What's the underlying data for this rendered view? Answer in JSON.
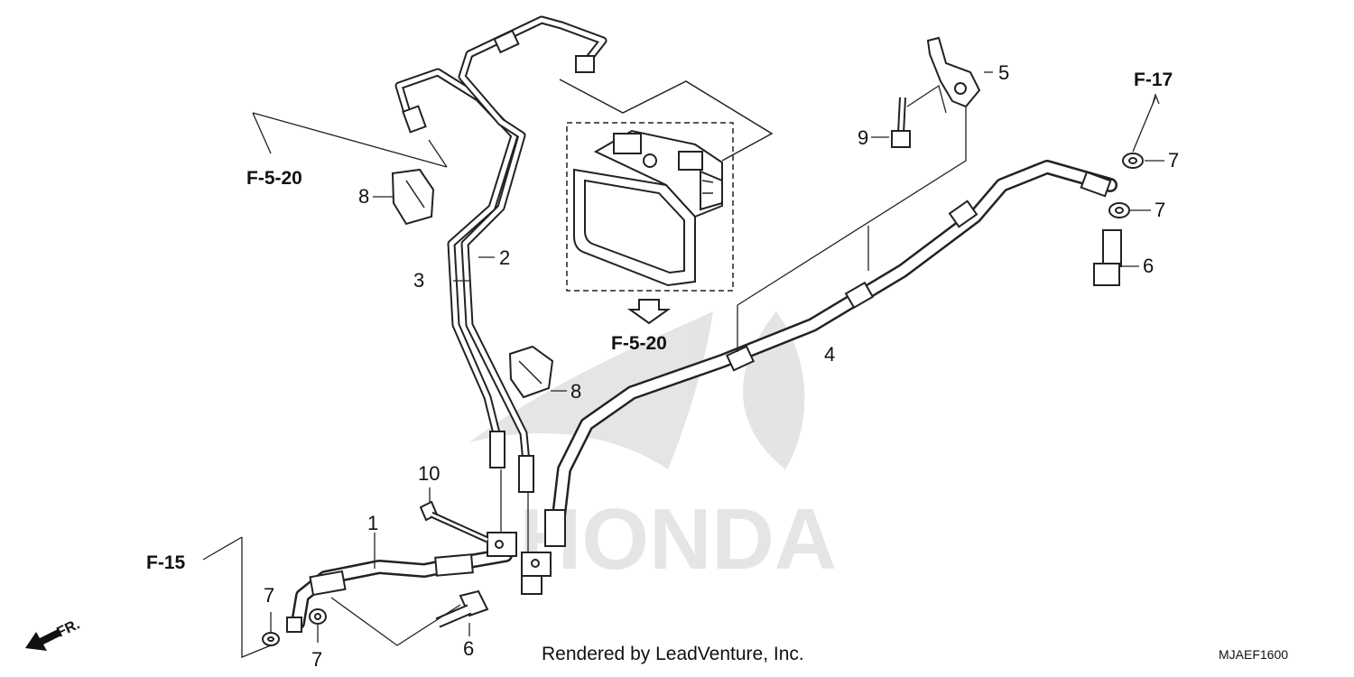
{
  "diagram": {
    "callouts": {
      "c1": "1",
      "c2": "2",
      "c3": "3",
      "c4": "4",
      "c5": "5",
      "c6_right": "6",
      "c6_bottom": "6",
      "c7_right_top": "7",
      "c7_right_bottom": "7",
      "c7_left_top": "7",
      "c7_left_bottom": "7",
      "c8_top": "8",
      "c8_mid": "8",
      "c9": "9",
      "c10": "10"
    },
    "references": {
      "ref_top_left": "F-5-20",
      "ref_abs": "F-5-20",
      "ref_right": "F-17",
      "ref_left": "F-15"
    },
    "front_indicator": "FR.",
    "credit": "Rendered by LeadVenture, Inc.",
    "diagram_code": "MJAEF1600",
    "watermark": "HONDA"
  },
  "colors": {
    "line": "#222222",
    "watermark": "#d8d8d8",
    "background": "#ffffff"
  }
}
